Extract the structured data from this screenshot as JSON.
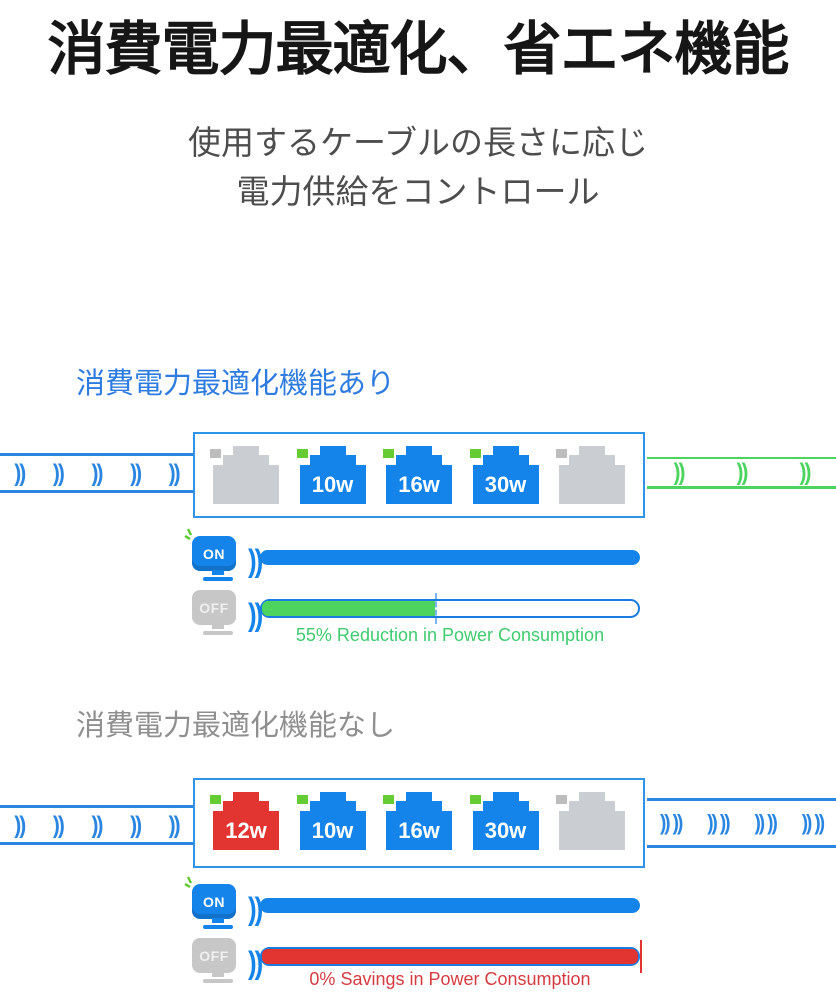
{
  "header": {
    "title": "消費電力最適化、省エネ機能",
    "subtitle_line1": "使用するケーブルの長さに応じ",
    "subtitle_line2": "電力供給をコントロール"
  },
  "icons": {
    "signal": "))"
  },
  "colors": {
    "accent_blue": "#1584ea",
    "cable_blue": "#2a86e0",
    "green": "#4cd45f",
    "red": "#e23532",
    "port_gray": "#cacdd1",
    "heading_blue": "#2e7ce0",
    "heading_gray": "#8f8f8f"
  },
  "optimized": {
    "heading": "消費電力最適化機能あり",
    "ports": [
      {
        "label": "",
        "state": "inactive"
      },
      {
        "label": "10w",
        "state": "active"
      },
      {
        "label": "16w",
        "state": "active"
      },
      {
        "label": "30w",
        "state": "active"
      },
      {
        "label": "",
        "state": "inactive"
      }
    ],
    "monitor_on_label": "ON",
    "monitor_off_label": "OFF",
    "on_bar_fill_percent": 100,
    "off_bar_fill_percent": 46,
    "off_fill_style": "width:46%",
    "caption": "55% Reduction in Power Consumption"
  },
  "unoptimized": {
    "heading": "消費電力最適化機能なし",
    "ports": [
      {
        "label": "12w",
        "state": "overload"
      },
      {
        "label": "10w",
        "state": "active"
      },
      {
        "label": "16w",
        "state": "active"
      },
      {
        "label": "30w",
        "state": "active"
      },
      {
        "label": "",
        "state": "inactive"
      }
    ],
    "monitor_on_label": "ON",
    "monitor_off_label": "OFF",
    "on_bar_fill_percent": 100,
    "off_bar_fill_percent": 100,
    "off_fill_style": "width:100%",
    "caption": "0% Savings in Power Consumption"
  }
}
